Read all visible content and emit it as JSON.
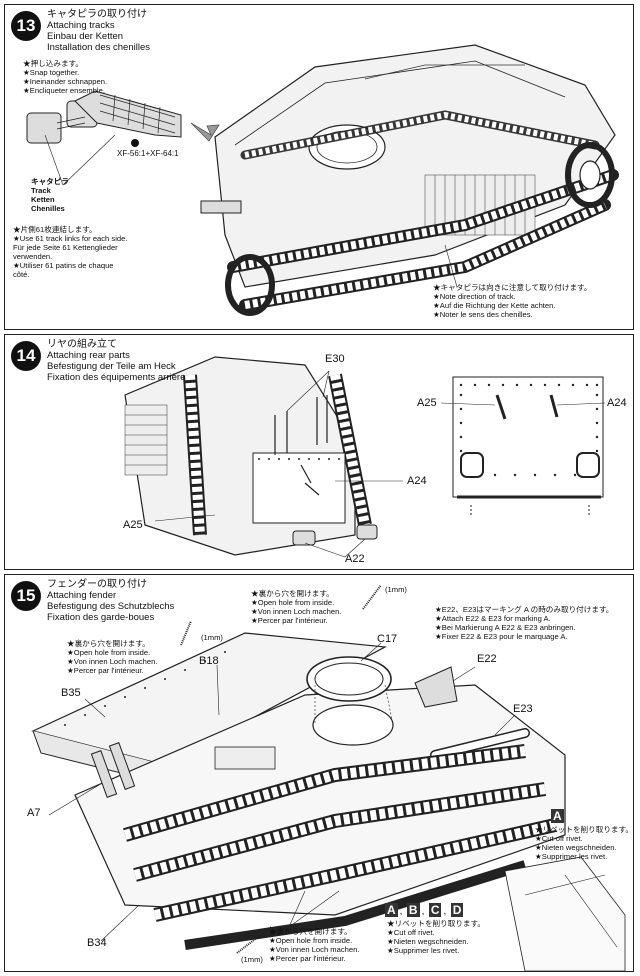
{
  "step13": {
    "number": "13",
    "title_jp": "キャタピラの取り付け",
    "title_en": "Attaching tracks",
    "title_de": "Einbau der Ketten",
    "title_fr": "Installation des chenilles",
    "snap": [
      "★押し込みます。",
      "★Snap together.",
      "★Ineinander schnappen.",
      "★Encliqueter ensemble."
    ],
    "paint": "XF-56:1+XF-64:1",
    "track_label": [
      "キャタピラ",
      "Track",
      "Ketten",
      "Chenilles"
    ],
    "use61": [
      "★片側61枚連結します。",
      "★Use 61 track links for each side.",
      "Für jede Seite 61 Kettenglieder",
      "verwenden.",
      "★Utiliser 61 patins de chaque",
      "côté."
    ],
    "direction": [
      "★キャタピラは向きに注意して取り付けます。",
      "★Note direction of track.",
      "★Auf die Richtung der Kette achten.",
      "★Noter le sens des chenilles."
    ]
  },
  "step14": {
    "number": "14",
    "title_jp": "リヤの組み立て",
    "title_en": "Attaching rear parts",
    "title_de": "Befestigung der Teile am Heck",
    "title_fr": "Fixation des équipements arrière",
    "labels": {
      "e30": "E30",
      "a24a": "A24",
      "a25a": "A25",
      "a22": "A22",
      "a25b": "A25",
      "a24b": "A24"
    }
  },
  "step15": {
    "number": "15",
    "title_jp": "フェンダーの取り付け",
    "title_en": "Attaching fender",
    "title_de": "Befestigung des Schutzblechs",
    "title_fr": "Fixation des garde-boues",
    "hole_top": [
      "★裏から穴を開けます。",
      "★Open hole from inside.",
      "★Von innen Loch machen.",
      "★Percer par l'intérieur."
    ],
    "hole_left": [
      "★裏から穴を開けます。",
      "★Open hole from inside.",
      "★Von innen Loch machen.",
      "★Percer par l'intérieur."
    ],
    "hole_bottom": [
      "★裏から穴を開けます。",
      "★Open hole from inside.",
      "★Von innen Loch machen.",
      "★Percer par l'intérieur."
    ],
    "mm1": "(1mm)",
    "mm2": "(1mm)",
    "mm3": "(1mm)",
    "marking": [
      "★E22、E23はマーキング A の時のみ取り付けます。",
      "★Attach E22 & E23 for marking A.",
      "★Bei Markierung A E22 & E23 anbringen.",
      "★Fixer E22 & E23 pour le marquage A."
    ],
    "labels": {
      "b18": "B18",
      "c17": "C17",
      "b35": "B35",
      "e22": "E22",
      "e23": "E23",
      "a7": "A7",
      "b34": "B34"
    },
    "box_a": "A",
    "rivet_a": [
      "★リベットを削り取ります。",
      "★Cut off rivet.",
      "★Nieten wegschneiden.",
      "★Supprimer les rivet."
    ],
    "boxes_abcd": [
      "A",
      "B",
      "C",
      "D"
    ],
    "rivet_abcd": [
      "★リベットを削り取ります。",
      "★Cut off rivet.",
      "★Nieten wegschneiden.",
      "★Supprimer les rivet."
    ]
  }
}
